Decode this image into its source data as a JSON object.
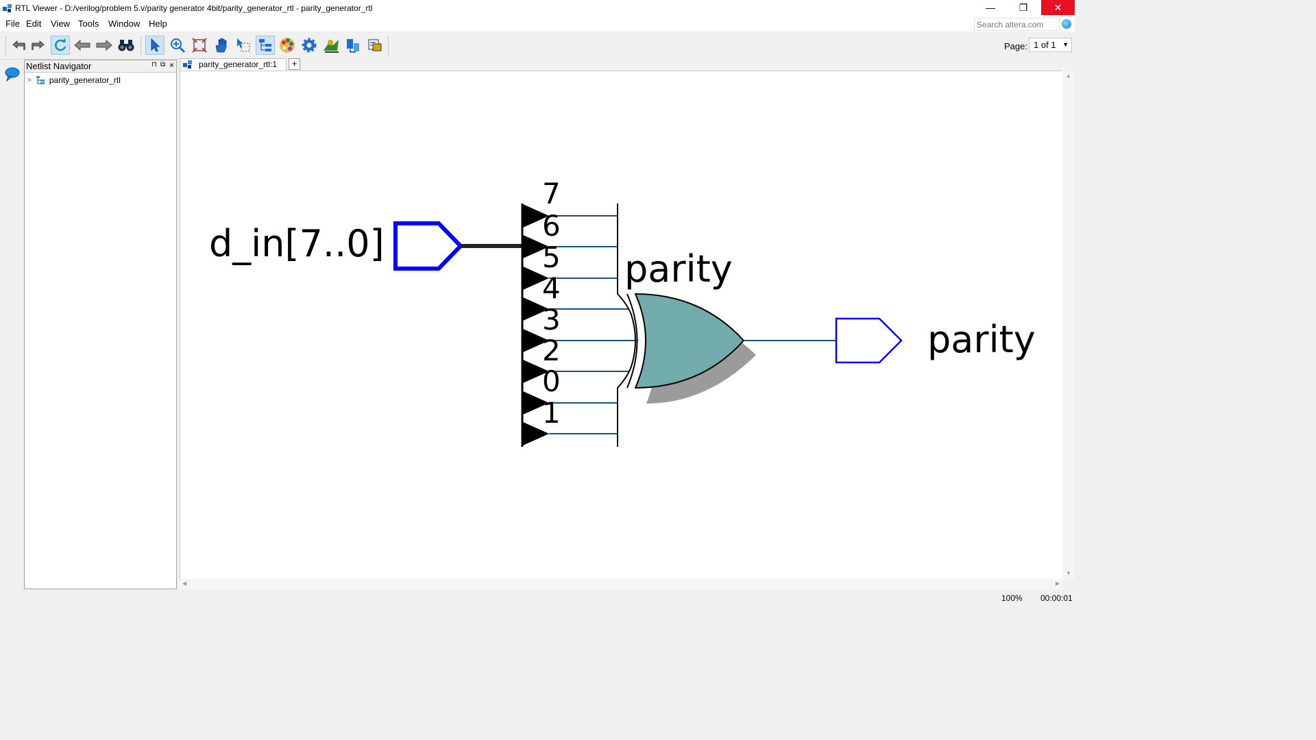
{
  "window": {
    "title": "RTL Viewer - D:/verilog/problem 5.v/parity generator 4bit/parity_generator_rtl - parity_generator_rtl",
    "minimize_glyph": "—",
    "restore_glyph": "❐",
    "close_glyph": "✕"
  },
  "menu": [
    "File",
    "Edit",
    "View",
    "Tools",
    "Window",
    "Help"
  ],
  "search": {
    "placeholder": "Search altera.com"
  },
  "toolbar": {
    "icons": [
      "back-icon",
      "forward-icon",
      "refresh-icon",
      "previous-icon",
      "next-icon",
      "find-icon",
      "selection-tool-icon",
      "zoom-tool-icon",
      "fit-window-icon",
      "hand-tool-icon",
      "area-select-icon",
      "hierarchy-icon",
      "color-settings-icon",
      "settings-icon",
      "netlist-icon",
      "export-icon",
      "filter-icon"
    ],
    "page_label": "Page:",
    "page_value": "1 of 1"
  },
  "navigator": {
    "title": "Netlist Navigator",
    "pin": "⊓",
    "float": "⧉",
    "close": "×",
    "tree": [
      "parity_generator_rtl"
    ]
  },
  "tabs": [
    {
      "label": "parity_generator_rtl:1"
    }
  ],
  "tab_add": "+",
  "schematic": {
    "input_port": "d_in[7..0]",
    "bit_labels": [
      "7",
      "6",
      "5",
      "4",
      "3",
      "2",
      "0",
      "1"
    ],
    "gate_label": "parity",
    "gate_type": "xor",
    "output_port": "parity",
    "colors": {
      "port": "#0000ff",
      "gate_fill": "#72acac",
      "wire": "#1f4e79",
      "bus": "#222222"
    }
  },
  "status": {
    "zoom": "100%",
    "time": "00:00:01"
  }
}
